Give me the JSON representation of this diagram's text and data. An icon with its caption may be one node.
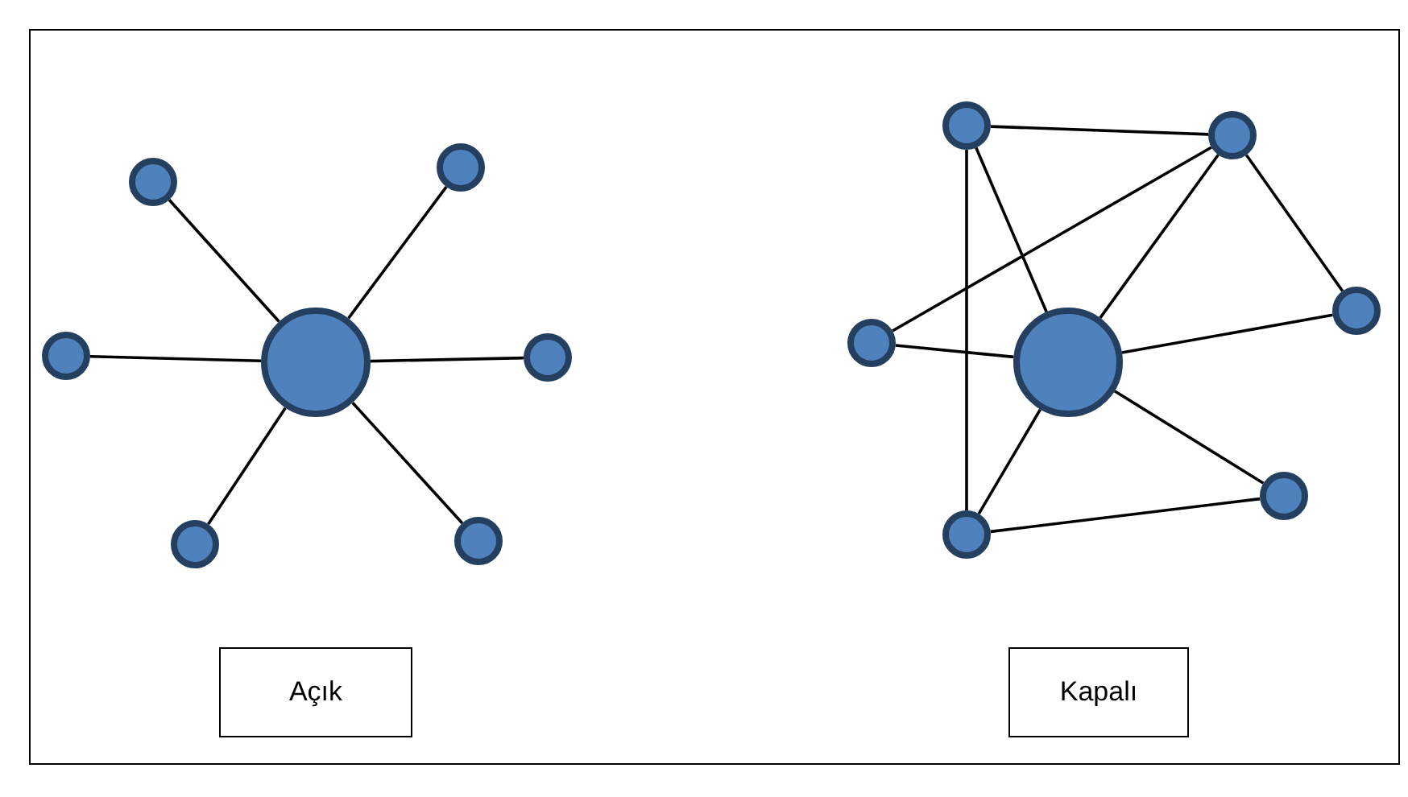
{
  "diagram": {
    "nodes": [
      {
        "text": [],
        "shape": "circle"
      },
      {
        "text": [],
        "shape": "circle"
      },
      {
        "text": [],
        "shape": "circle"
      },
      {
        "text": [],
        "shape": "circle"
      },
      {
        "text": [],
        "shape": "circle"
      },
      {
        "text": [],
        "shape": "circle"
      },
      {
        "text": [],
        "shape": "circle"
      },
      {
        "text": [
          "Açık"
        ]
      },
      {
        "text": [],
        "shape": "circle"
      },
      {
        "text": [],
        "shape": "circle"
      },
      {
        "text": [],
        "shape": "circle"
      },
      {
        "text": [],
        "shape": "circle"
      },
      {
        "text": [],
        "shape": "circle"
      },
      {
        "text": [],
        "shape": "circle"
      },
      {
        "text": [],
        "shape": "circle"
      },
      {
        "text": [
          "Kapalı"
        ]
      }
    ],
    "edges": [
      {
        "from": 0,
        "to": 1,
        "arrow": "none"
      },
      {
        "from": 0,
        "to": 2,
        "arrow": "none"
      },
      {
        "from": 0,
        "to": 3,
        "arrow": "none"
      },
      {
        "from": 0,
        "to": 4,
        "arrow": "none"
      },
      {
        "from": 0,
        "to": 5,
        "arrow": "none"
      },
      {
        "from": 0,
        "to": 6,
        "arrow": "none"
      },
      {
        "from": 9,
        "to": 10,
        "arrow": "none"
      },
      {
        "from": 9,
        "to": 13,
        "arrow": "none"
      },
      {
        "from": 9,
        "to": 8,
        "arrow": "none"
      },
      {
        "from": 10,
        "to": 11,
        "arrow": "none"
      },
      {
        "from": 10,
        "to": 8,
        "arrow": "none"
      },
      {
        "from": 10,
        "to": 12,
        "arrow": "none"
      },
      {
        "from": 11,
        "to": 8,
        "arrow": "none"
      },
      {
        "from": 8,
        "to": 12,
        "arrow": "none"
      },
      {
        "from": 8,
        "to": 13,
        "arrow": "none"
      },
      {
        "from": 8,
        "to": 14,
        "arrow": "none"
      },
      {
        "from": 13,
        "to": 14,
        "arrow": "none"
      }
    ]
  }
}
